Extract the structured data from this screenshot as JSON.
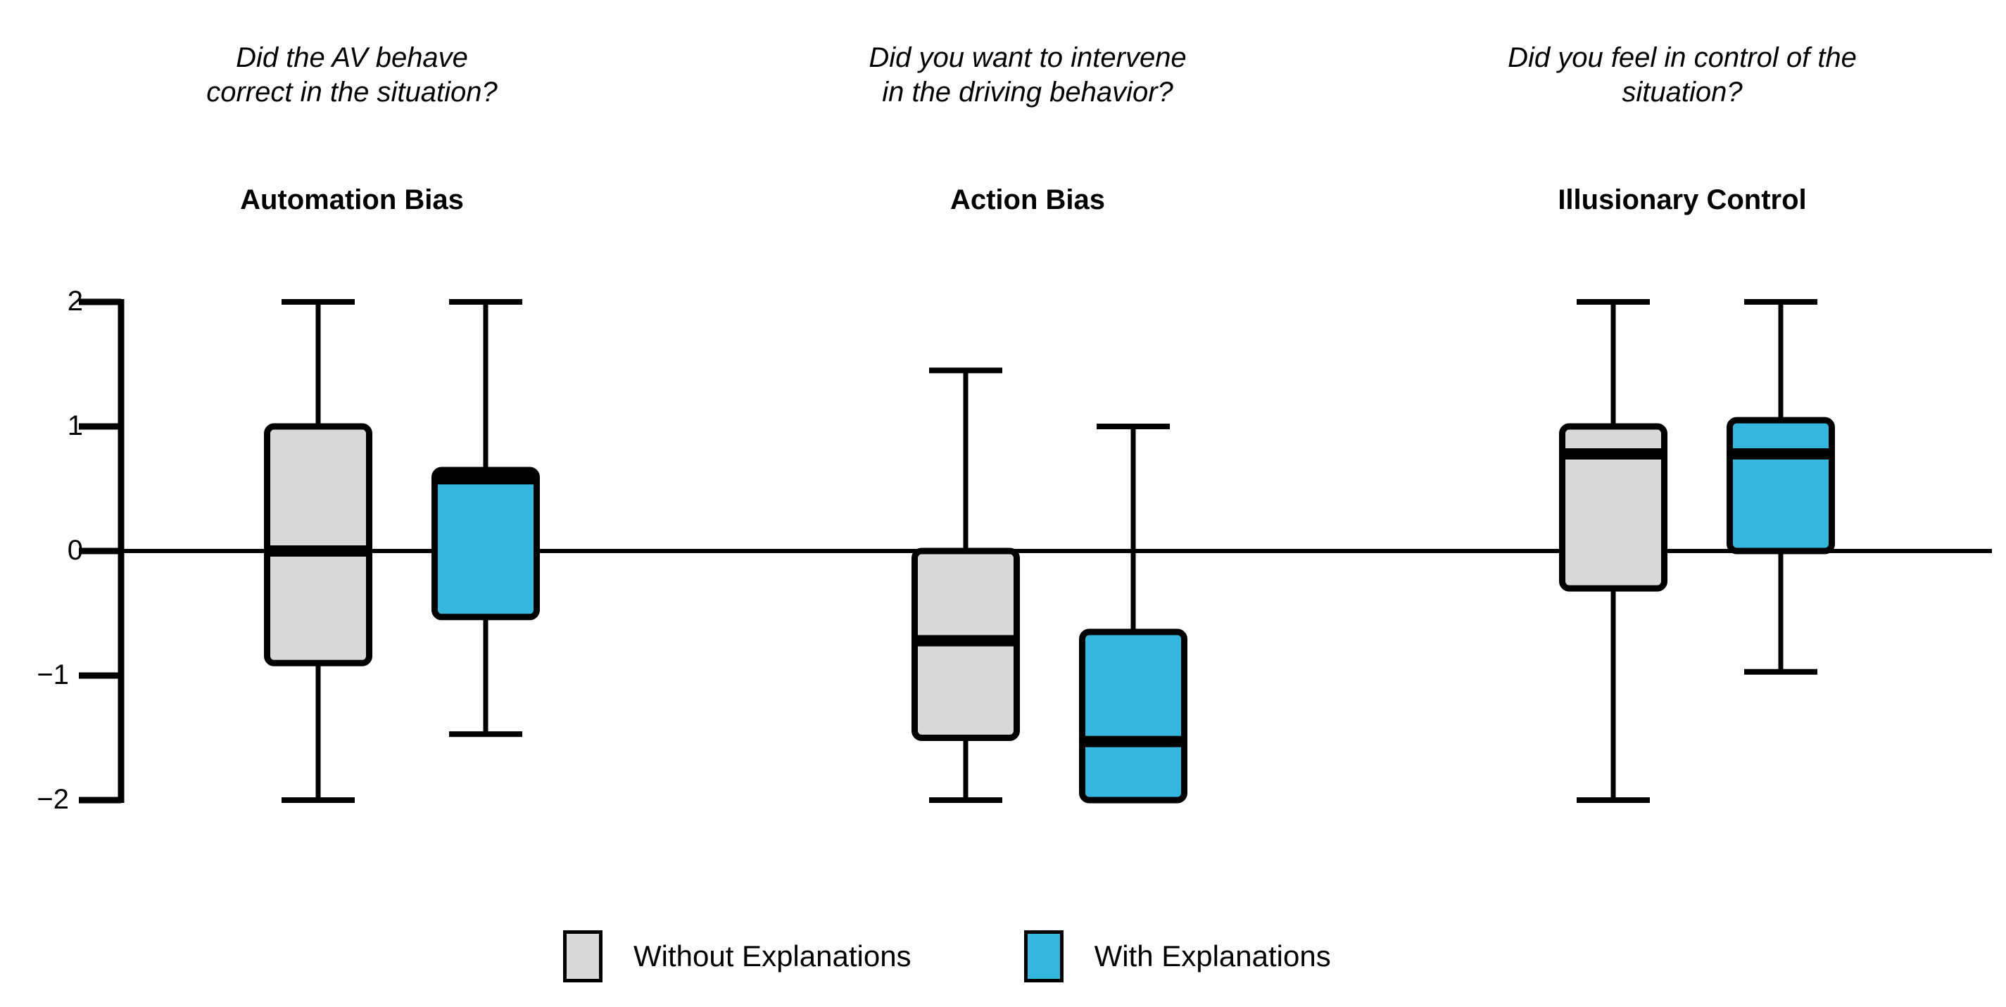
{
  "figure": {
    "background_color": "#ffffff",
    "line_color": "#000000"
  },
  "panels": [
    {
      "question": "Did the AV behave\ncorrect in the situation?",
      "construct": "Automation Bias"
    },
    {
      "question": "Did you want to intervene\nin the driving behavior?",
      "construct": "Action Bias"
    },
    {
      "question": "Did you feel in control of the\nsituation?",
      "construct": "Illusionary Control"
    }
  ],
  "legend": {
    "position": "bottom-center",
    "entries": [
      {
        "label": "Without Explanations",
        "color": "#d9d9d9"
      },
      {
        "label": "With Explanations",
        "color": "#35b6df"
      }
    ]
  },
  "axis": {
    "ticks": [
      "2",
      "1",
      "0",
      "−1",
      "−2"
    ],
    "tick_values": [
      2,
      1,
      0,
      -1,
      -2
    ],
    "ylim": [
      -2,
      2
    ],
    "zero_line": true,
    "grid": false
  },
  "chart_data": {
    "type": "box",
    "title": "",
    "xlabel": "",
    "ylabel": "",
    "ylim": [
      -2,
      2
    ],
    "yticks": [
      2,
      1,
      0,
      -1,
      -2
    ],
    "grid": false,
    "legend_position": "bottom-center",
    "categories": [
      "Automation Bias",
      "Action Bias",
      "Illusionary Control"
    ],
    "questions": [
      "Did the AV behave correct in the situation?",
      "Did you want to intervene in the driving behavior?",
      "Did you feel in control of the situation?"
    ],
    "series": [
      {
        "name": "Without Explanations",
        "color": "#d9d9d9",
        "boxes": [
          {
            "category": "Automation Bias",
            "whisker_low": -2.0,
            "q1": -0.9,
            "median": 0.0,
            "q3": 1.0,
            "whisker_high": 2.0
          },
          {
            "category": "Action Bias",
            "whisker_low": -2.0,
            "q1": -1.5,
            "median": -0.72,
            "q3": 0.0,
            "whisker_high": 1.45
          },
          {
            "category": "Illusionary Control",
            "whisker_low": -2.0,
            "q1": -0.3,
            "median": 0.78,
            "q3": 1.0,
            "whisker_high": 2.0
          }
        ]
      },
      {
        "name": "With Explanations",
        "color": "#35b6df",
        "boxes": [
          {
            "category": "Automation Bias",
            "whisker_low": -1.47,
            "q1": -0.53,
            "median": 0.58,
            "q3": 0.65,
            "whisker_high": 2.0
          },
          {
            "category": "Action Bias",
            "whisker_low": -2.0,
            "q1": -2.0,
            "median": -1.53,
            "q3": -0.65,
            "whisker_high": 1.0
          },
          {
            "category": "Illusionary Control",
            "whisker_low": -0.97,
            "q1": 0.0,
            "median": 0.78,
            "q3": 1.05,
            "whisker_high": 2.0
          }
        ]
      }
    ]
  }
}
